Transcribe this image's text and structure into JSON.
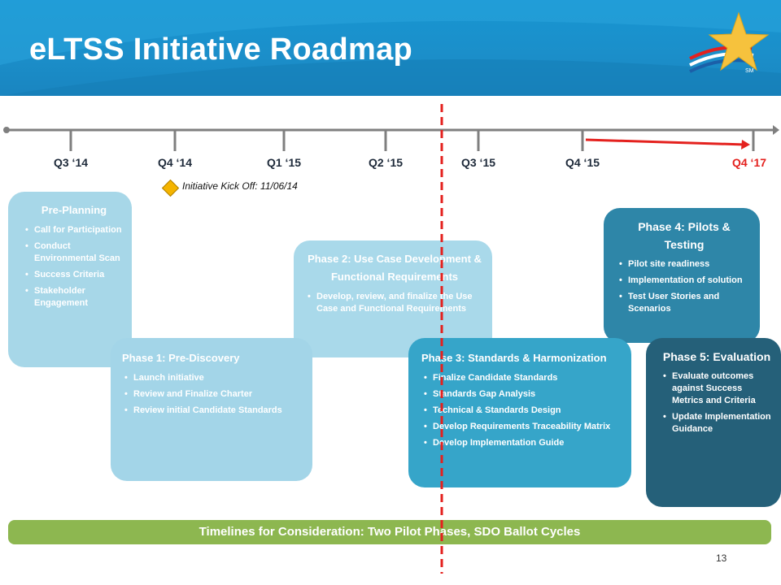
{
  "header": {
    "title": "eLTSS Initiative Roadmap",
    "logo_mark": "SM"
  },
  "timeline": {
    "quarters": [
      "Q3 ‘14",
      "Q4 ‘14",
      "Q1 ‘15",
      "Q2 ‘15",
      "Q3 ‘15",
      "Q4 ‘15",
      "Q4 ‘17"
    ],
    "kickoff": "Initiative Kick Off: 11/06/14"
  },
  "phases": {
    "pre": {
      "title": "Pre-Planning",
      "items": [
        "Call for Participation",
        "Conduct Environmental Scan",
        "Success Criteria",
        "Stakeholder Engagement"
      ]
    },
    "p1": {
      "title": "Phase 1: Pre-Discovery",
      "items": [
        "Launch initiative",
        "Review and Finalize Charter",
        "Review initial Candidate Standards"
      ]
    },
    "p2": {
      "title": "Phase 2: Use Case Development & Functional Requirements",
      "items": [
        "Develop, review, and finalize the Use Case and Functional Requirements"
      ]
    },
    "p3": {
      "title": "Phase 3: Standards & Harmonization",
      "items": [
        "Finalize Candidate Standards",
        "Standards Gap Analysis",
        "Technical & Standards Design",
        "Develop Requirements Traceability Matrix",
        "Develop Implementation Guide"
      ]
    },
    "p4": {
      "title": "Phase 4: Pilots & Testing",
      "items": [
        "Pilot site readiness",
        "Implementation of solution",
        "Test User Stories and Scenarios"
      ]
    },
    "p5": {
      "title": "Phase 5: Evaluation",
      "items": [
        "Evaluate outcomes against Success Metrics and Criteria",
        "Update Implementation Guidance"
      ]
    }
  },
  "banner": "Timelines for Consideration: Two Pilot Phases, SDO Ballot Cycles",
  "page_number": "13",
  "colors": {
    "header": "#1a8fcb",
    "banner": "#8db750",
    "marker": "#e4211e",
    "kickoff_diamond": "#f4b400"
  }
}
